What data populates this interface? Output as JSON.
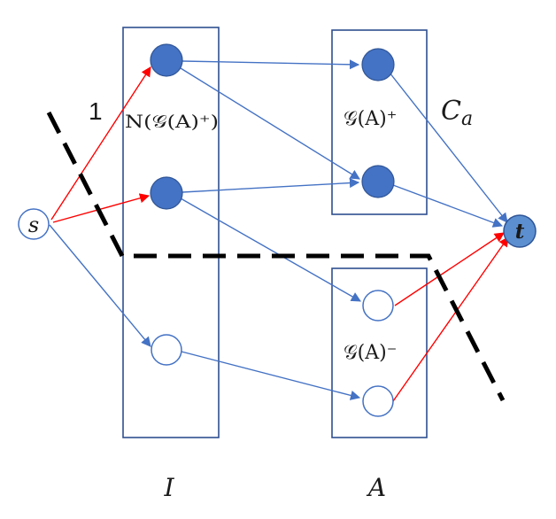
{
  "labels": {
    "capacity": "1",
    "neighborhood": "N(𝒢(A)⁺)",
    "g_plus": "𝒢(A)⁺",
    "g_minus": "𝒢(A)⁻",
    "cut": "C",
    "cut_sub": "a",
    "source": "s",
    "sink": "t",
    "set_i": "I",
    "set_a": "A"
  },
  "colors": {
    "box": "#2f4f8f",
    "blue_edge": "#4472c4",
    "red_edge": "#ff0000",
    "filled_node": "#4472c4",
    "sink_fill": "#5b8fd0",
    "cut_line": "#000000"
  }
}
